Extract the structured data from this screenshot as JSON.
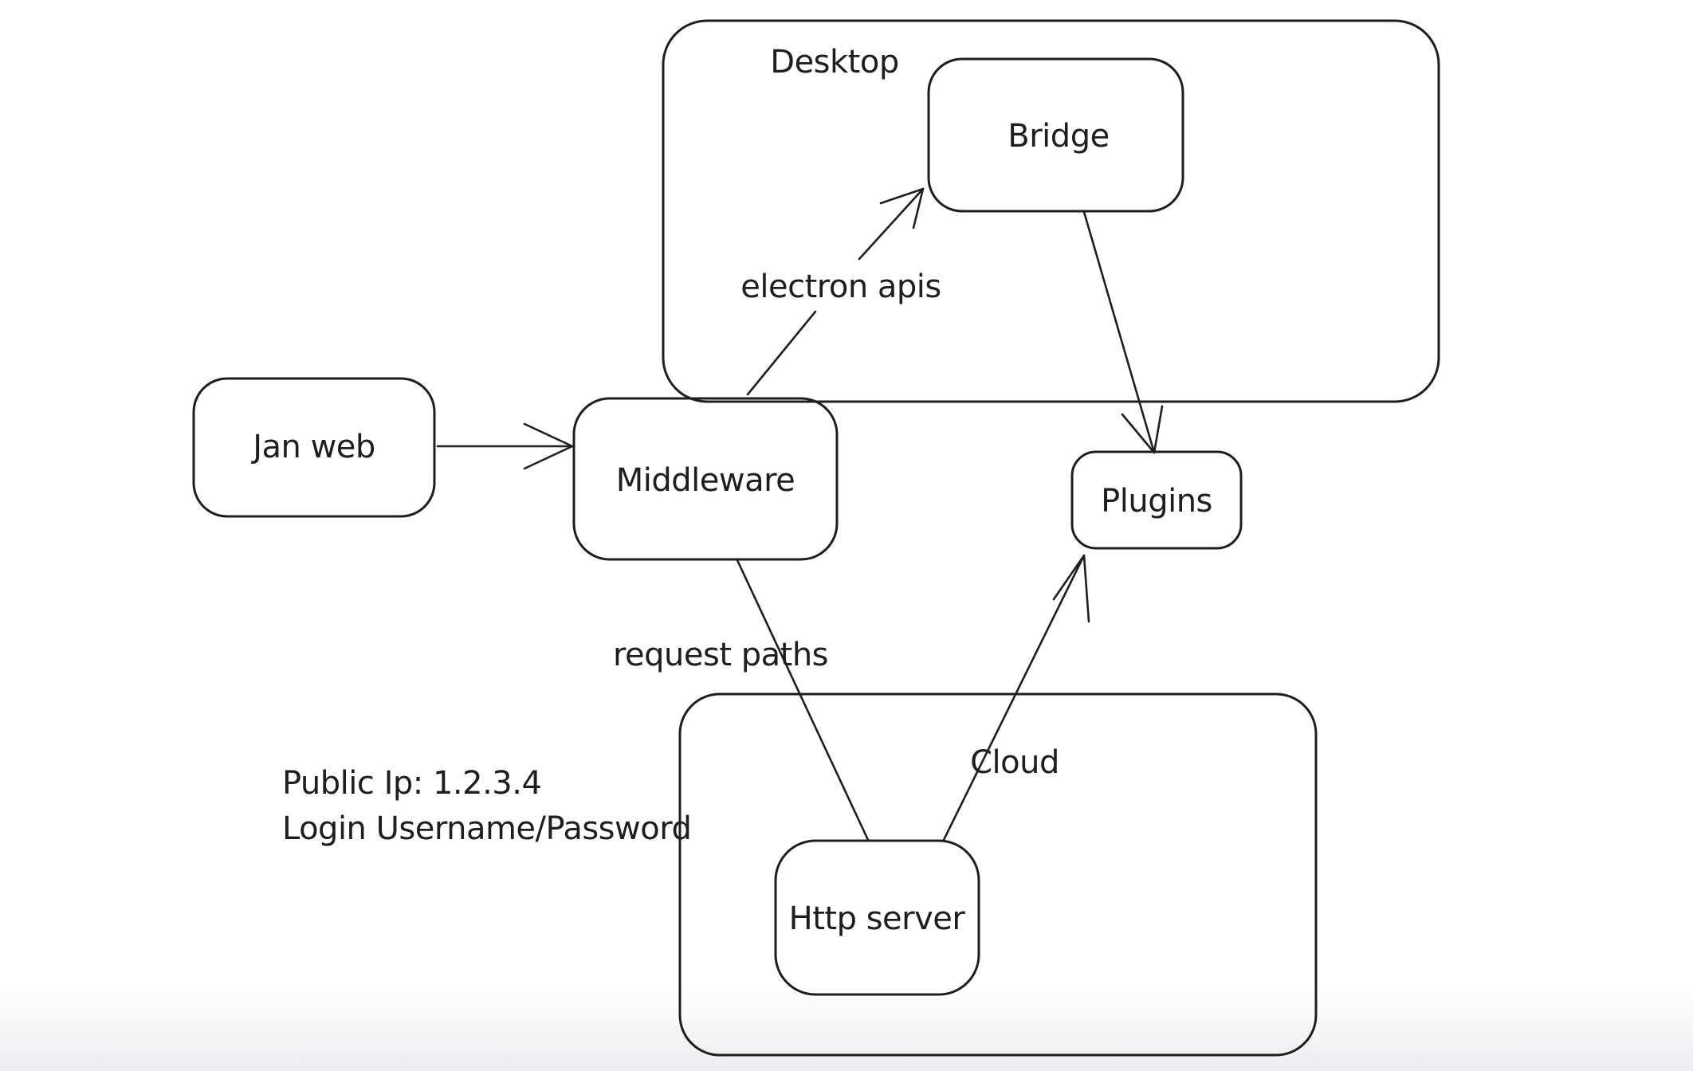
{
  "colors": {
    "stroke": "#1e1e1e",
    "background": "#ffffff",
    "footer_fade": "#ededf0"
  },
  "containers": {
    "desktop": {
      "label": "Desktop"
    },
    "cloud": {
      "label": "Cloud"
    }
  },
  "nodes": {
    "jan_web": {
      "label": "Jan web"
    },
    "middleware": {
      "label": "Middleware"
    },
    "bridge": {
      "label": "Bridge"
    },
    "plugins": {
      "label": "Plugins"
    },
    "http_server": {
      "label": "Http server"
    }
  },
  "edges": {
    "jan_web_to_middleware": {
      "from": "Jan web",
      "to": "Middleware",
      "label": ""
    },
    "middleware_to_bridge": {
      "from": "Middleware",
      "to": "Bridge",
      "label": "electron apis"
    },
    "bridge_to_plugins": {
      "from": "Bridge",
      "to": "Plugins",
      "label": ""
    },
    "middleware_to_http_server": {
      "from": "Middleware",
      "to": "Http server",
      "label": "request paths"
    },
    "http_server_to_plugins": {
      "from": "Http server",
      "to": "Plugins",
      "label": ""
    }
  },
  "annotations": {
    "public_ip": "Public Ip: 1.2.3.4",
    "login": "Login Username/Password"
  }
}
